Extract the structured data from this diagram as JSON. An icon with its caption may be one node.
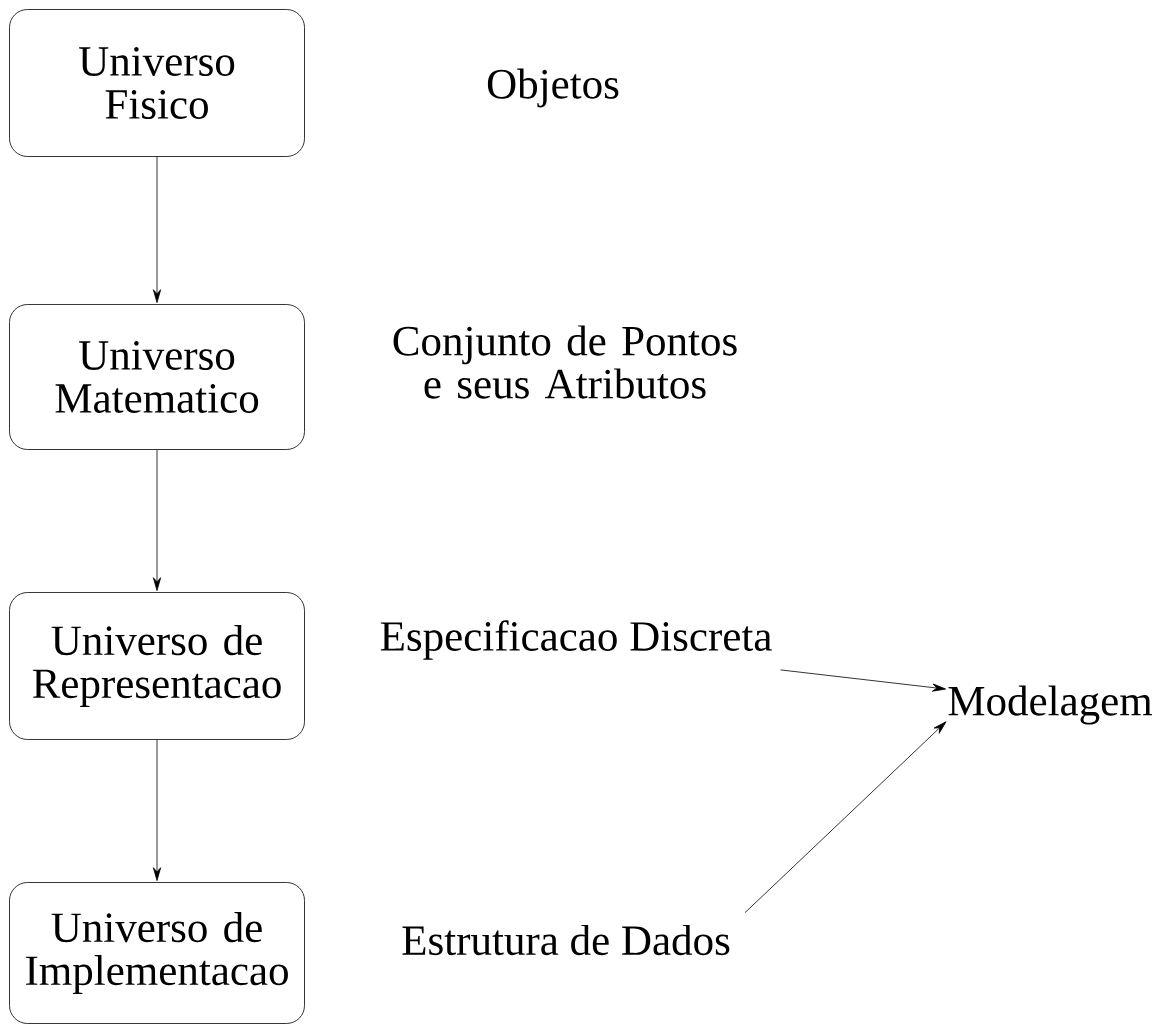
{
  "diagram": {
    "nodes": [
      {
        "text": [
          "Universo Fisico"
        ]
      },
      {
        "text": [
          "Universo Matematico"
        ]
      },
      {
        "text": [
          "Universo de Representacao"
        ]
      },
      {
        "text": [
          "Universo de Implementacao"
        ]
      },
      {
        "text": [
          "Especificacao Discreta"
        ]
      },
      {
        "text": [
          "Estrutura de Dados"
        ]
      },
      {
        "text": [
          "Modelagem"
        ]
      }
    ],
    "edges": [
      {
        "from": 0,
        "to": 1,
        "arrow": "to"
      },
      {
        "from": 1,
        "to": 2,
        "arrow": "to"
      },
      {
        "from": 2,
        "to": 3,
        "arrow": "to"
      },
      {
        "from": 4,
        "to": 6,
        "arrow": "to"
      },
      {
        "from": 5,
        "to": 6,
        "arrow": "to"
      }
    ],
    "labels": [
      "Objetos",
      "Conjunto de Pontos e seus Atributos"
    ]
  }
}
